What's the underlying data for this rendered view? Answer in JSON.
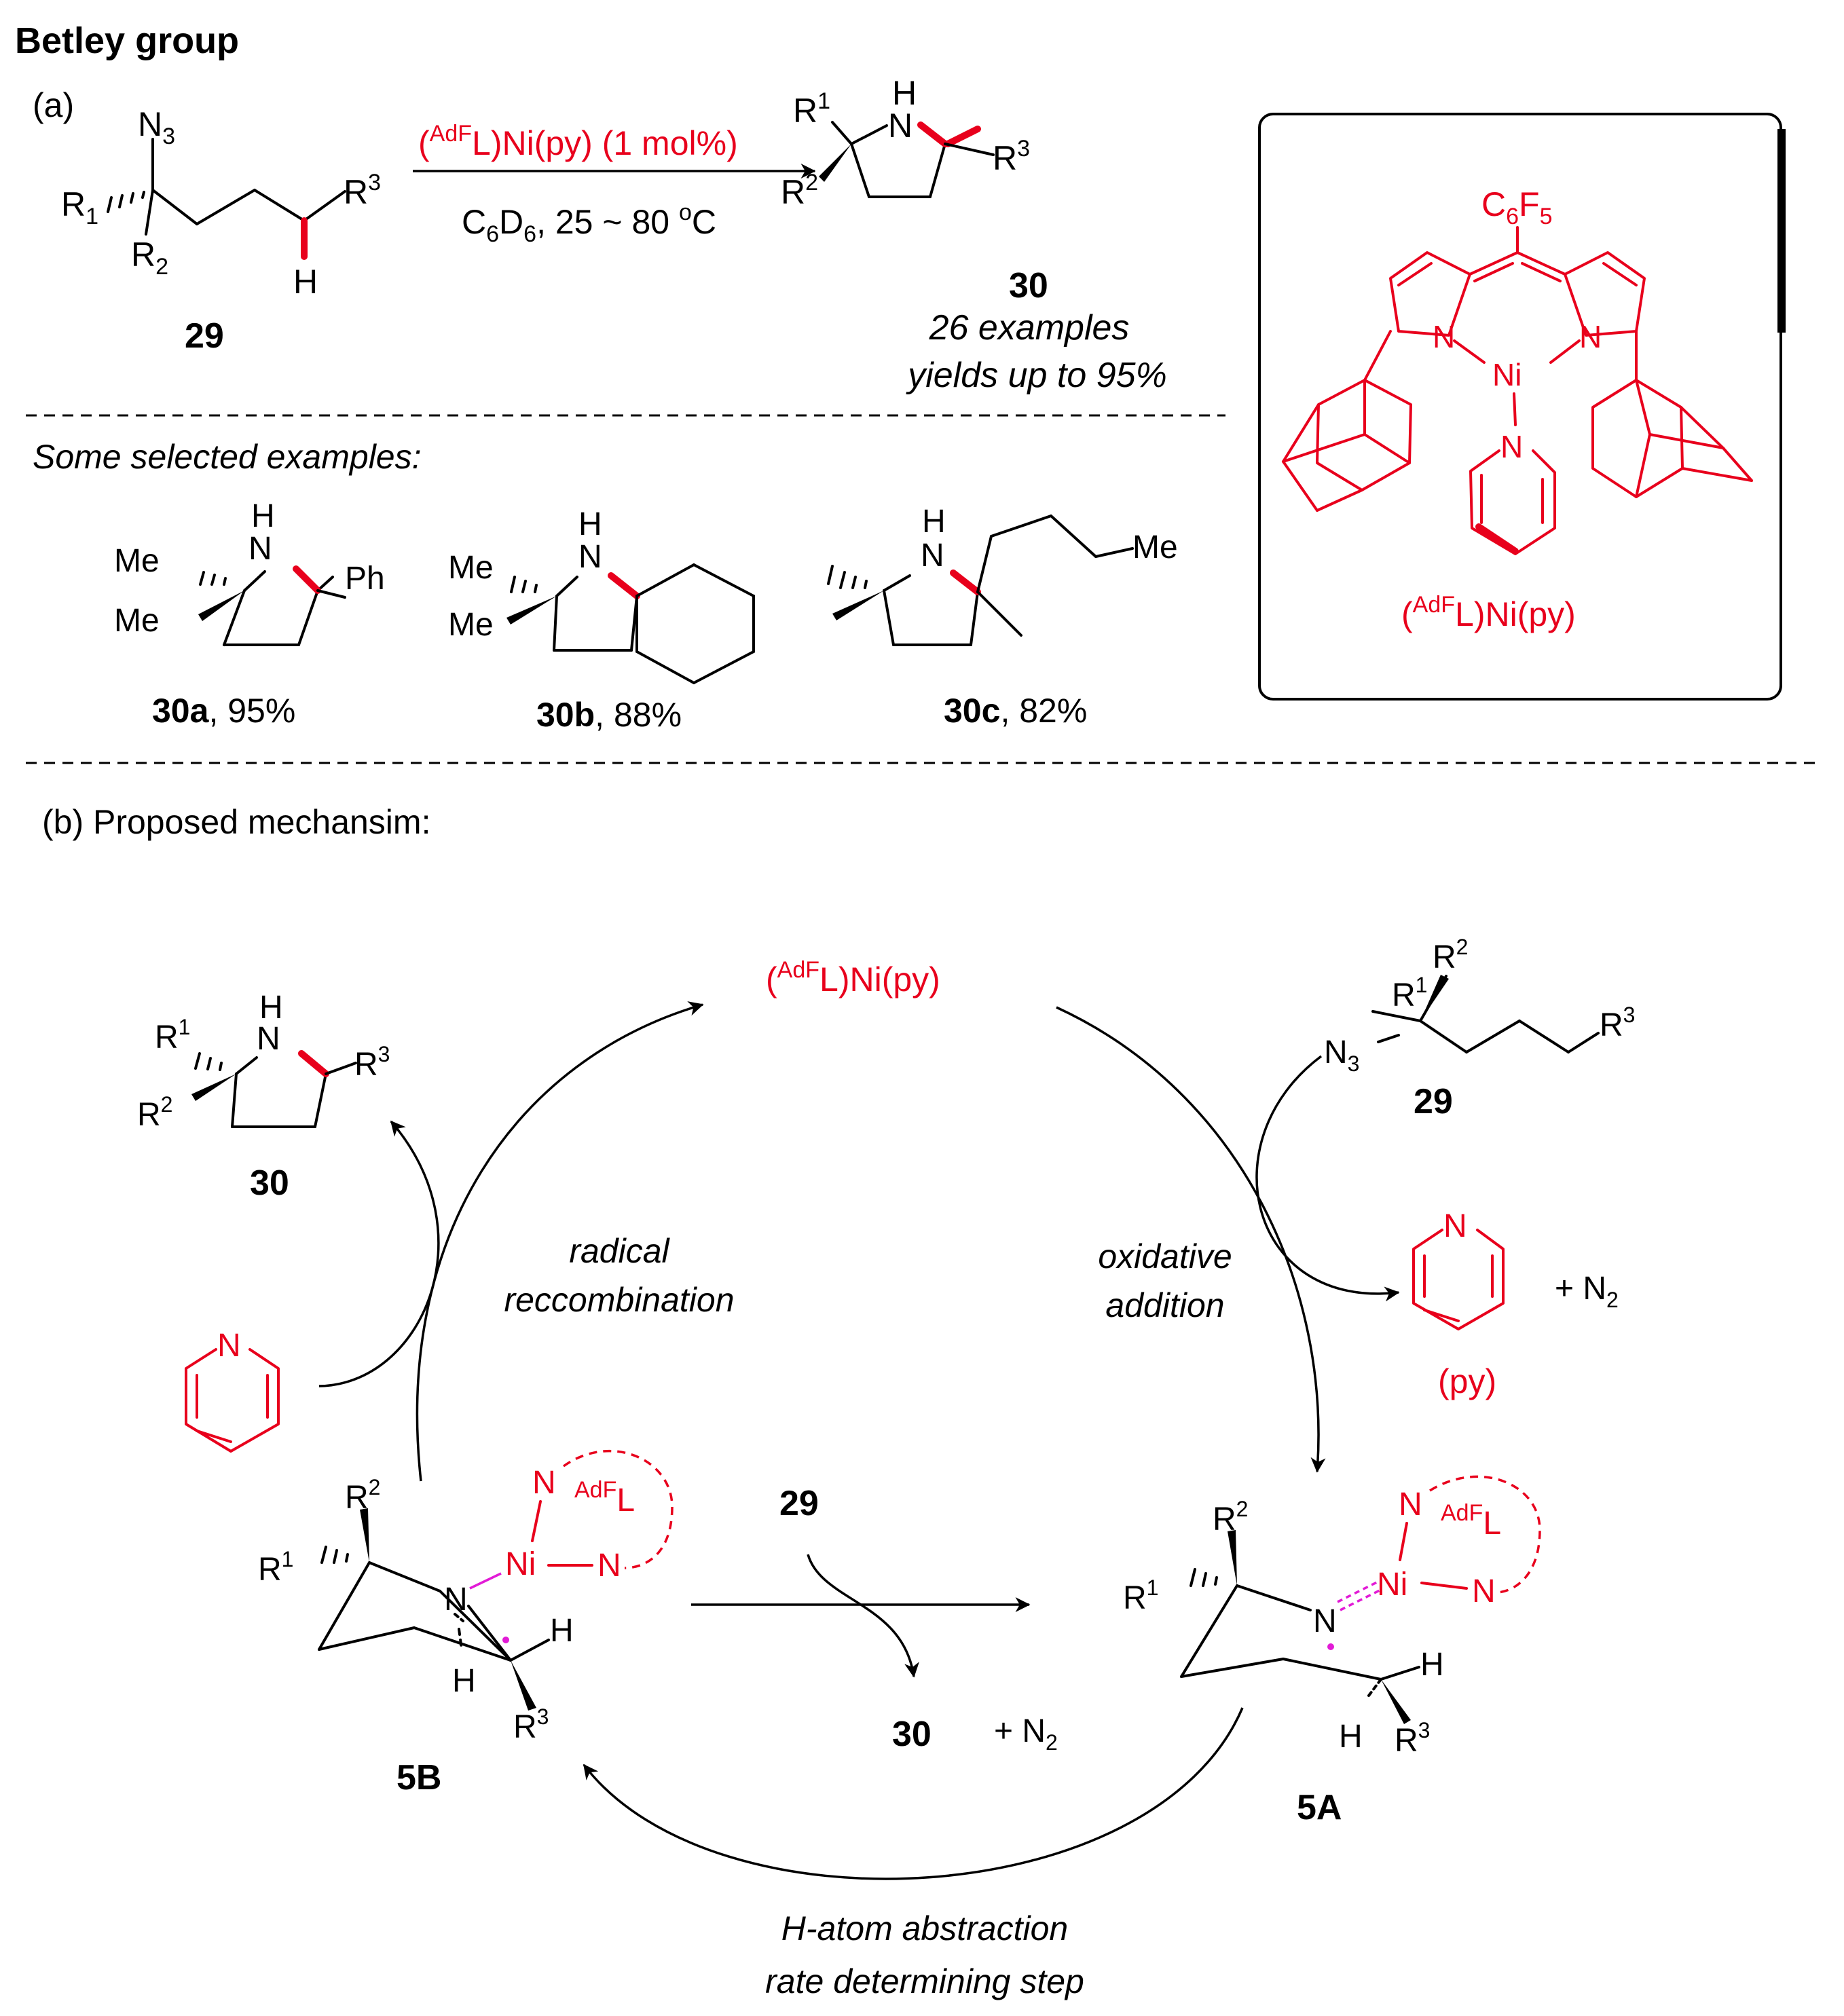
{
  "header": {
    "title": "Betley group"
  },
  "colors": {
    "accent": "#e8001c",
    "highlight": "#e21bd6",
    "ink": "#000000"
  },
  "panel_a": {
    "label": "(a)",
    "reagent": {
      "super": "AdF",
      "rest": "L)Ni(py) (1 mol%)"
    },
    "conditions": {
      "c1": "C",
      "s6a": "6",
      "d": "D",
      "s6b": "6",
      "temp": ", 25 ~ 80 ",
      "deg": "o",
      "unit": "C"
    },
    "substrate_id": "29",
    "product_id": "30",
    "scope_line1": "26 examples",
    "scope_line2": "yields up to 95%",
    "selected_caption": "Some selected examples:",
    "examples": [
      {
        "id": "30a",
        "yield": ", 95%"
      },
      {
        "id": "30b",
        "yield": ", 88%"
      },
      {
        "id": "30c",
        "yield": ", 82%"
      }
    ],
    "catalyst_box": {
      "c6f5_main": "C",
      "c6f5_s1": "6",
      "c6f5_f": "F",
      "c6f5_s2": "5",
      "super": "AdF",
      "rest": "L)Ni(py)"
    }
  },
  "panel_b": {
    "label": "(b) Proposed mechansim:",
    "catalyst": {
      "super": "AdF",
      "rest": "L)Ni(py)"
    },
    "substrate_id": "29",
    "product_id": "30",
    "pyridine_label": "(py)",
    "byproduct": "+  N",
    "byproduct_sub": "2",
    "step_labels": {
      "oxidative_1": "oxidative",
      "oxidative_2": "addition",
      "radical_1": "radical",
      "radical_2": "reccombination",
      "hat_1": "H-atom abstraction",
      "hat_2": "rate determining step"
    },
    "middle": {
      "reagent": "29",
      "product": "30",
      "plus": "+  N",
      "sub": "2"
    },
    "intermediates": {
      "left": "5B",
      "right": "5A"
    }
  },
  "atoms": {
    "N": "N",
    "H": "H",
    "Ni": "Ni",
    "Me": "Me",
    "Ph": "Ph",
    "R": "R",
    "one": "1",
    "two": "2",
    "three": "3",
    "N3main": "N",
    "N3sub": "3"
  }
}
